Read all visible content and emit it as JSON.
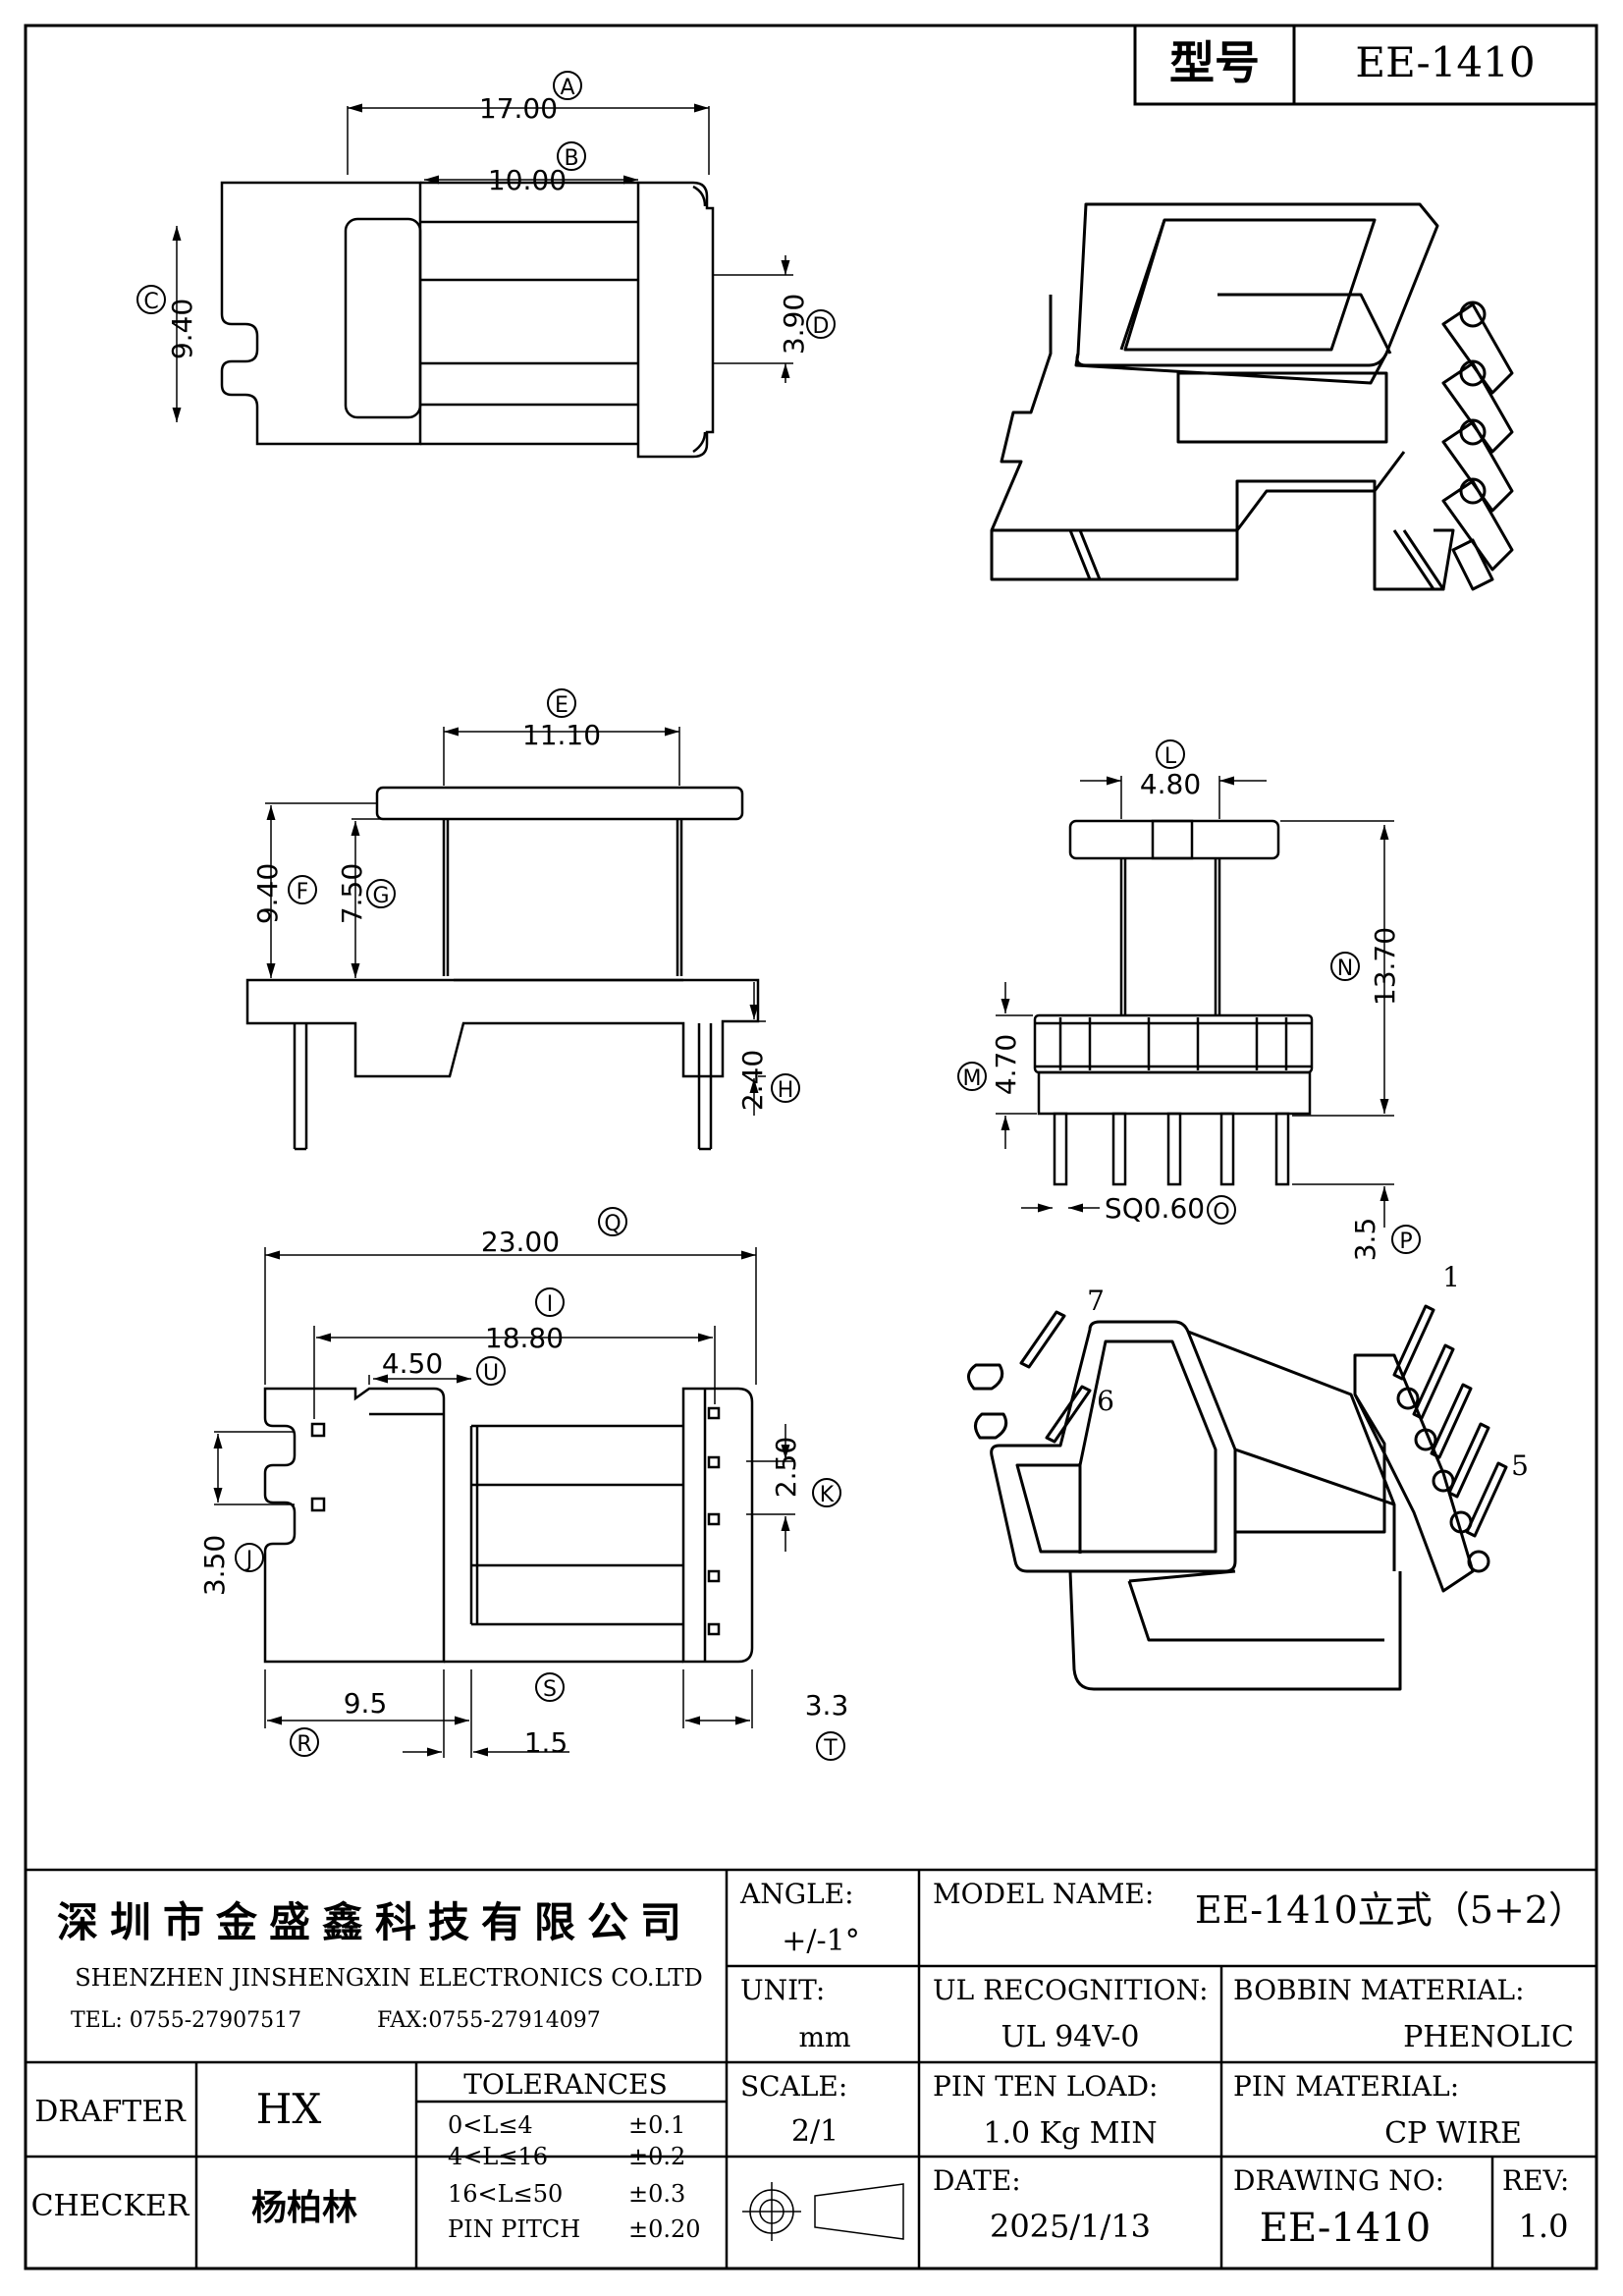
{
  "header": {
    "type_label": "型号",
    "model": "EE-1410"
  },
  "top_view": {
    "dim_a_value": "17.00",
    "dim_a_tag": "A",
    "dim_b_value": "10.00",
    "dim_b_tag": "B",
    "dim_c_value": "9.40",
    "dim_c_tag": "C",
    "dim_d_value": "3.90",
    "dim_d_tag": "D"
  },
  "side_view": {
    "dim_e_value": "11.10",
    "dim_e_tag": "E",
    "dim_f_value": "9.40",
    "dim_f_tag": "F",
    "dim_g_value": "7.50",
    "dim_g_tag": "G",
    "dim_h_value": "2.40",
    "dim_h_tag": "H"
  },
  "front_view": {
    "dim_l_value": "4.80",
    "dim_l_tag": "L",
    "dim_n_value": "13.70",
    "dim_n_tag": "N",
    "dim_m_value": "4.70",
    "dim_m_tag": "M",
    "dim_o_value": "SQ0.60",
    "dim_o_tag": "O",
    "dim_p_value": "3.5",
    "dim_p_tag": "P"
  },
  "bottom_view": {
    "dim_q_value": "23.00",
    "dim_q_tag": "Q",
    "dim_i_value": "18.80",
    "dim_i_tag": "I",
    "dim_u_value": "4.50",
    "dim_u_tag": "U",
    "dim_k_value": "2.50",
    "dim_k_tag": "K",
    "dim_j_value": "3.50",
    "dim_j_tag": "J",
    "dim_r_value": "9.5",
    "dim_r_tag": "R",
    "dim_s_value": "1.5",
    "dim_s_tag": "S",
    "dim_t_value": "3.3",
    "dim_t_tag": "T"
  },
  "iso_view_2": {
    "pin_1": "1",
    "pin_5": "5",
    "pin_6": "6",
    "pin_7": "7"
  },
  "title_block": {
    "company_cn": "深圳市金盛鑫科技有限公司",
    "company_en": "SHENZHEN JINSHENGXIN ELECTRONICS CO.LTD",
    "tel": "TEL: 0755-27907517",
    "fax": "FAX:0755-27914097",
    "angle_label": "ANGLE:",
    "angle_value": "+/-1°",
    "model_name_label": "MODEL NAME:",
    "model_name_value": "EE-1410立式（5+2）",
    "unit_label": "UNIT:",
    "unit_value": "mm",
    "ul_label": "UL RECOGNITION:",
    "ul_value": "UL 94V-0",
    "bobbin_label": "BOBBIN MATERIAL:",
    "bobbin_value": "PHENOLIC",
    "drafter_label": "DRAFTER",
    "drafter_value": "HX",
    "tolerances_label": "TOLERANCES",
    "tolerances": [
      {
        "range": "0<L≤4",
        "value": "±0.1"
      },
      {
        "range": "4<L≤16",
        "value": "±0.2"
      },
      {
        "range": "16<L≤50",
        "value": "±0.3"
      },
      {
        "range": "PIN PITCH",
        "value": "±0.20"
      }
    ],
    "scale_label": "SCALE:",
    "scale_value": "2/1",
    "pin_load_label": "PIN TEN LOAD:",
    "pin_load_value": "1.0 Kg MIN",
    "pin_material_label": "PIN MATERIAL:",
    "pin_material_value": "CP WIRE",
    "checker_label": "CHECKER",
    "checker_value": "杨柏林",
    "date_label": "DATE:",
    "date_value": "2025/1/13",
    "drawing_no_label": "DRAWING NO:",
    "drawing_no_value": "EE-1410",
    "rev_label": "REV:",
    "rev_value": "1.0"
  }
}
